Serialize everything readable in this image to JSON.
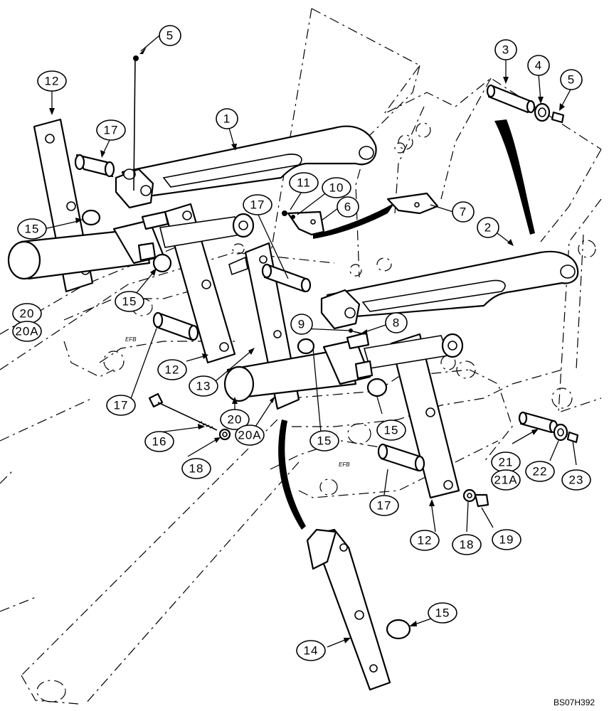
{
  "figure": {
    "reference_code": "BS07H392",
    "frame_marks": [
      "EFB",
      "EFB"
    ]
  },
  "callouts": [
    {
      "key": "c5a",
      "label": "5"
    },
    {
      "key": "c12a",
      "label": "12"
    },
    {
      "key": "c17a",
      "label": "17"
    },
    {
      "key": "c1",
      "label": "1"
    },
    {
      "key": "c3",
      "label": "3"
    },
    {
      "key": "c4",
      "label": "4"
    },
    {
      "key": "c5b",
      "label": "5"
    },
    {
      "key": "c11",
      "label": "11"
    },
    {
      "key": "c10",
      "label": "10"
    },
    {
      "key": "c6",
      "label": "6"
    },
    {
      "key": "c7",
      "label": "7"
    },
    {
      "key": "c17b",
      "label": "17"
    },
    {
      "key": "c15a",
      "label": "15"
    },
    {
      "key": "c2",
      "label": "2"
    },
    {
      "key": "c15b",
      "label": "15"
    },
    {
      "key": "c20a",
      "label": "20"
    },
    {
      "key": "c20Aa",
      "label": "20A"
    },
    {
      "key": "c9",
      "label": "9"
    },
    {
      "key": "c8",
      "label": "8"
    },
    {
      "key": "c12b",
      "label": "12"
    },
    {
      "key": "c13",
      "label": "13"
    },
    {
      "key": "c17c",
      "label": "17"
    },
    {
      "key": "c20b",
      "label": "20"
    },
    {
      "key": "c20Ab",
      "label": "20A"
    },
    {
      "key": "c15c",
      "label": "15"
    },
    {
      "key": "c15d",
      "label": "15"
    },
    {
      "key": "c16",
      "label": "16"
    },
    {
      "key": "c18a",
      "label": "18"
    },
    {
      "key": "c21",
      "label": "21"
    },
    {
      "key": "c21A",
      "label": "21A"
    },
    {
      "key": "c22",
      "label": "22"
    },
    {
      "key": "c23",
      "label": "23"
    },
    {
      "key": "c17d",
      "label": "17"
    },
    {
      "key": "c12c",
      "label": "12"
    },
    {
      "key": "c18b",
      "label": "18"
    },
    {
      "key": "c19",
      "label": "19"
    },
    {
      "key": "c15e",
      "label": "15"
    },
    {
      "key": "c14",
      "label": "14"
    }
  ]
}
